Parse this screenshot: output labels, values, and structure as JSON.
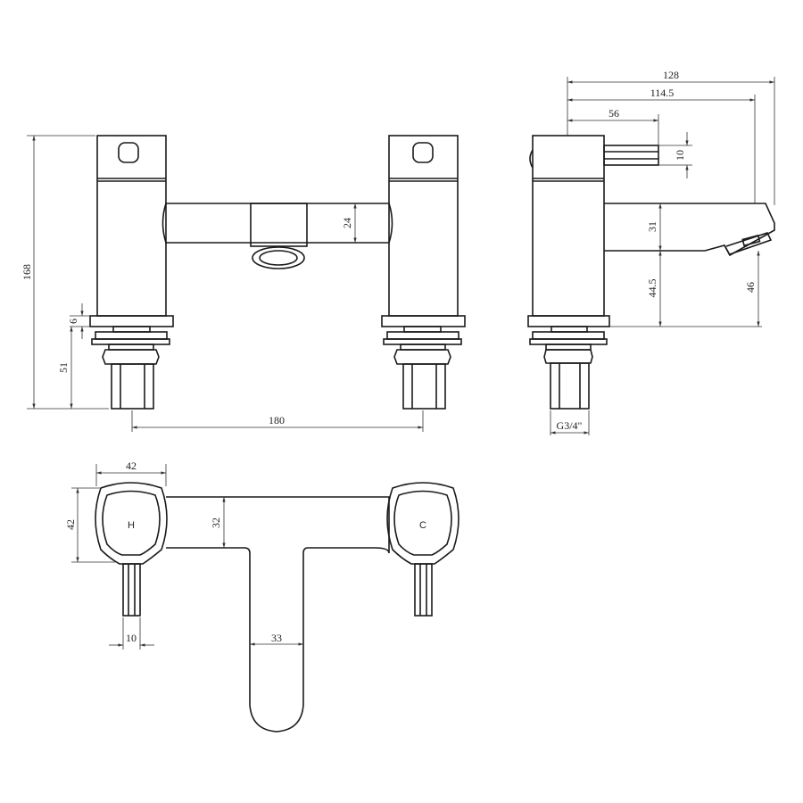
{
  "dimensions": {
    "overall_height": "168",
    "deck_plate": "6",
    "shank_length": "51",
    "centres": "180",
    "spout_height": "24",
    "projection_overall": "128",
    "projection_spout": "114.5",
    "handle_projection": "56",
    "handle_lever": "10",
    "spout_depth": "31",
    "spout_clearance": "44.5",
    "outlet_height": "46",
    "thread": "G3/4\"",
    "handle_width": "42",
    "handle_depth": "42",
    "bridge_width": "32",
    "lever_width": "10",
    "spout_width": "33"
  },
  "labels": {
    "hot": "H",
    "cold": "C"
  },
  "colors": {
    "stroke": "#1a1a1a",
    "dim": "#333333"
  }
}
